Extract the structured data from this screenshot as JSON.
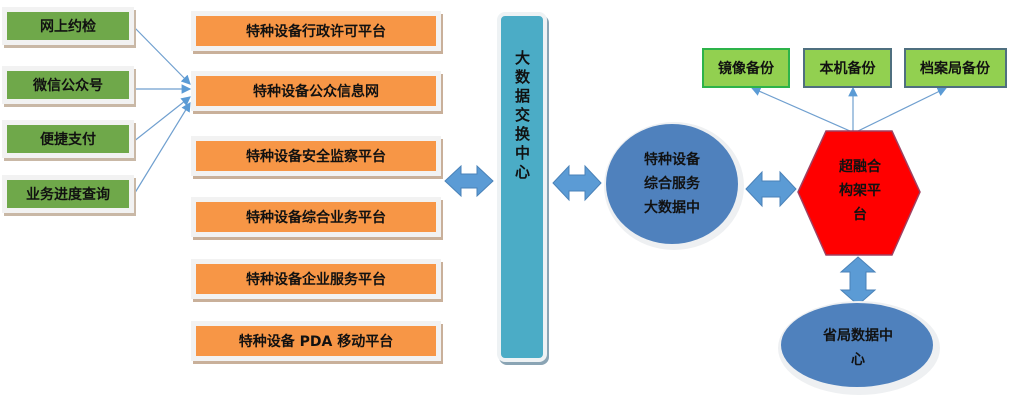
{
  "channels": [
    "网上约检",
    "微信公众号",
    "便捷支付",
    "业务进度查询"
  ],
  "platforms": [
    "特种设备行政许可平台",
    "特种设备公众信息网",
    "特种设备安全监察平台",
    "特种设备综合业务平台",
    "特种设备企业服务平台",
    "特种设备 PDA 移动平台"
  ],
  "exchange_center": "大数据交换中心",
  "service_center": {
    "line1": "特种设备",
    "line2": "综合服务",
    "line3": "大数据中"
  },
  "hyperconverged": {
    "line1": "超融合",
    "line2": "构架平",
    "line3": "台"
  },
  "backups": [
    "镜像备份",
    "本机备份",
    "档案局备份"
  ],
  "provincial_center": {
    "line1": "省局数据中",
    "line2": "心"
  },
  "colors": {
    "green": "#6FA84A",
    "orange": "#F79646",
    "teal": "#4BACC6",
    "blue": "#4F81BD",
    "red": "#FF0000",
    "backup_green": "#92D050",
    "arrow": "#5B9BD5"
  }
}
